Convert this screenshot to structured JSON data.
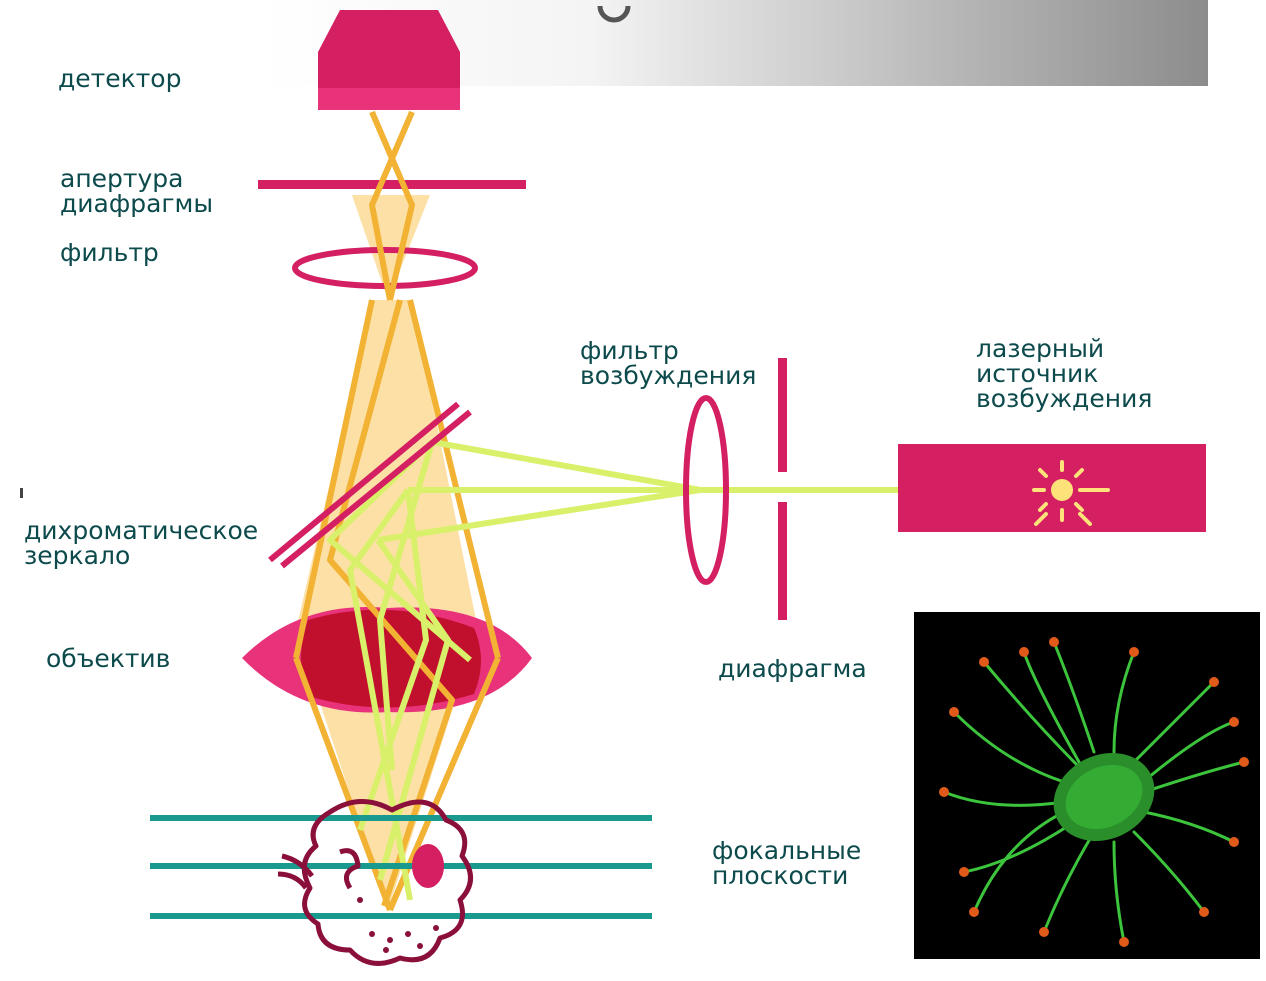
{
  "labels": {
    "detector": "детектор",
    "aperture_line1": "апертура",
    "aperture_line2": "диафрагмы",
    "filter": "фильтр",
    "excitation_filter_line1": "фильтр",
    "excitation_filter_line2": "возбуждения",
    "laser_line1": "лазерный",
    "laser_line2": "источник",
    "laser_line3": "возбуждения",
    "dichroic_line1": "дихроматическое",
    "dichroic_line2": "зеркало",
    "objective": "объектив",
    "diaphragm": "диафрагма",
    "focal_line1": "фокальные",
    "focal_line2": "плоскости"
  },
  "colors": {
    "magenta": "#d41f62",
    "dark_red": "#c0102e",
    "orange": "#f2b234",
    "light_cone": "#fde0a6",
    "green_beam": "#d8f06a",
    "teal": "#1a9a8f",
    "label_text": "#0d4a4c",
    "cell_outline": "#8a0f3a",
    "cell_green": "#3cc43c",
    "cell_red": "#e05a1a"
  },
  "micrograph": {
    "description_icon": "fluorescent-cell-micrograph"
  }
}
